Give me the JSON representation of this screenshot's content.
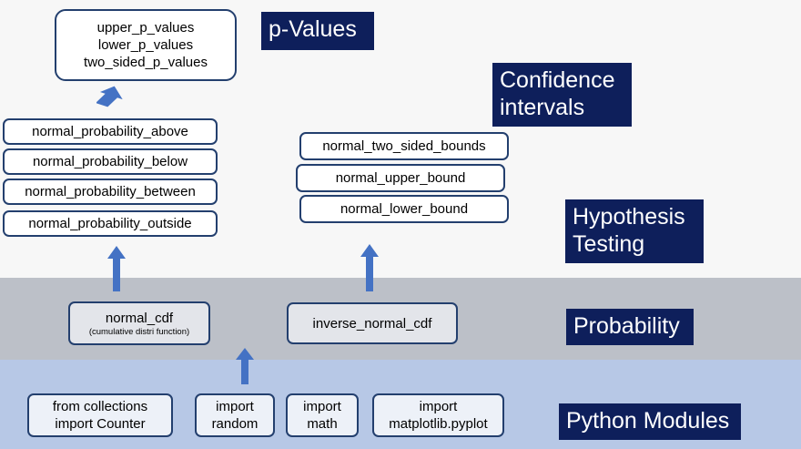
{
  "pvalues": {
    "label": "p-Values",
    "functions": [
      "upper_p_values",
      "lower_p_values",
      "two_sided_p_values"
    ]
  },
  "confidence": {
    "label_line1": "Confidence",
    "label_line2": "intervals",
    "functions": [
      "normal_two_sided_bounds",
      "normal_upper_bound",
      "normal_lower_bound"
    ]
  },
  "hypothesis": {
    "label_line1": "Hypothesis",
    "label_line2": "Testing",
    "functions": [
      "normal_probability_above",
      "normal_probability_below",
      "normal_probability_between",
      "normal_probability_outside"
    ]
  },
  "probability": {
    "label": "Probability",
    "normal_cdf": "normal_cdf",
    "normal_cdf_note": "(cumulative distri function)",
    "inverse_normal_cdf": "inverse_normal_cdf"
  },
  "python_modules": {
    "label": "Python Modules",
    "modules": [
      {
        "line1": "from collections",
        "line2": "import Counter"
      },
      {
        "line1": "import",
        "line2": "random"
      },
      {
        "line1": "import",
        "line2": "math"
      },
      {
        "line1": "import",
        "line2": "matplotlib.pyplot"
      }
    ]
  },
  "colors": {
    "box_border": "#233f6e",
    "label_bg": "#0e1f5b",
    "arrow": "#4472c4",
    "band_probability": "#bcc0c8",
    "band_python": "#b7c8e6"
  }
}
